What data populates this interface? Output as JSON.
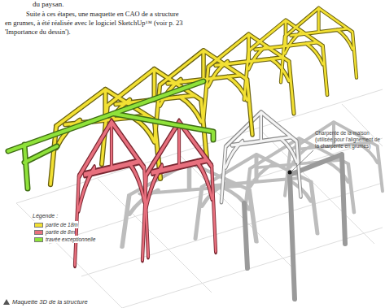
{
  "diagram": {
    "caption": "Maquette 3D de la structure",
    "labels": [
      "du paysan.",
      "Suite à ces étapes, une maquette en CAO de a structure en grumes, à été réalisée avec le logiciel SketchUp™ (voir p. 23 'Importance du dessin').",
      "Charpente de la maison (utilisée pour l'alignement de la charpente en grumes)",
      "Légende :"
    ],
    "legend": [
      {
        "text": "partie de 18m",
        "color": "#f2e033"
      },
      {
        "text": "partie de 8m",
        "color": "#e8707e"
      },
      {
        "text": "travée exceptionnelle",
        "color": "#8fe23a"
      }
    ]
  }
}
